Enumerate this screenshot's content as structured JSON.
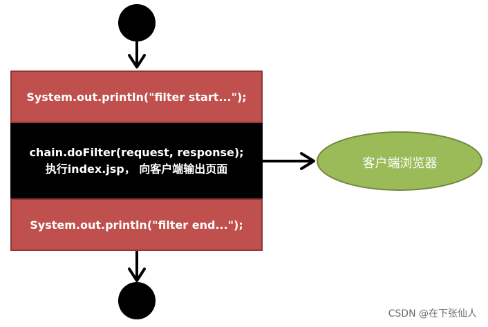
{
  "nodes": {
    "filter_start": "System.out.println(\"filter start...\");",
    "do_filter_line1": "chain.doFilter(request, response);",
    "do_filter_line2": "执行index.jsp， 向客户端输出页面",
    "filter_end": "System.out.println(\"filter end...\");",
    "browser": "客户端浏览器"
  },
  "watermark": "CSDN @在下张仙人",
  "colors": {
    "filter_box": "#c0504d",
    "filter_box_border": "#8c3836",
    "chain_box": "#000000",
    "browser_fill": "#9bbb59",
    "browser_border": "#71893f",
    "start_end_node": "#000000"
  }
}
